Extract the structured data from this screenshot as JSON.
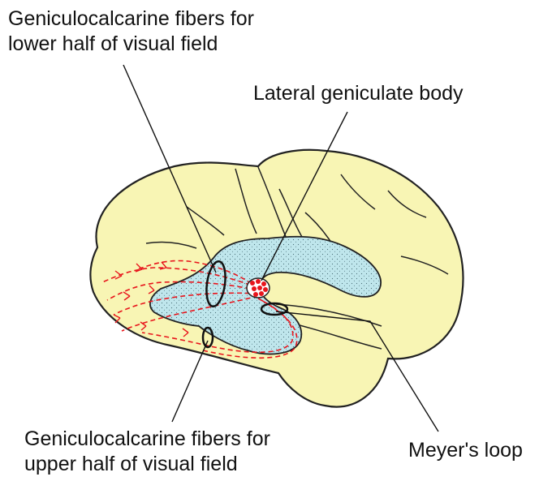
{
  "labels": {
    "lower_fibers": [
      "Geniculocalcarine fibers for",
      "lower half of visual field"
    ],
    "lateral_geniculate": "Lateral geniculate body",
    "upper_fibers": [
      "Geniculocalcarine fibers for",
      "upper half of visual field"
    ],
    "meyers_loop": "Meyer's loop"
  },
  "colors": {
    "brain": "#f8f5b4",
    "ventricle": "#bfe6ec",
    "fibers": "#e8151c",
    "outline": "#222222"
  }
}
